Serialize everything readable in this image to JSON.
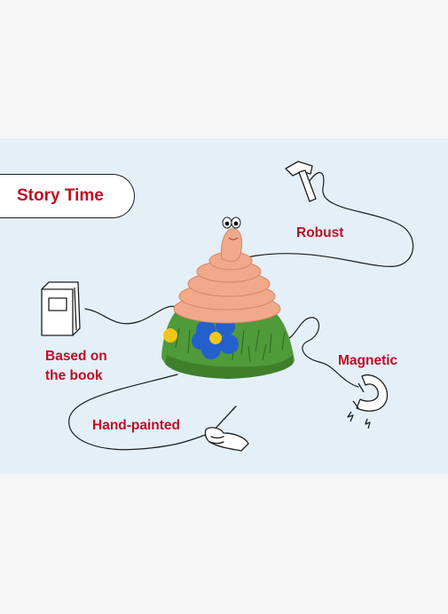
{
  "badge": {
    "title": "Story Time"
  },
  "features": {
    "robust": "Robust",
    "based_on_book": "Based on the book",
    "magnetic": "Magnetic",
    "hand_painted": "Hand-painted"
  },
  "icons": {
    "hammer": "hammer-icon",
    "book": "book-icon",
    "magnet": "magnet-icon",
    "brush_hand": "brush-hand-icon"
  },
  "colors": {
    "background": "#f5f5f5",
    "panel": "#e4eff7",
    "accent_red": "#c00d25",
    "line": "#1e1e1e"
  }
}
